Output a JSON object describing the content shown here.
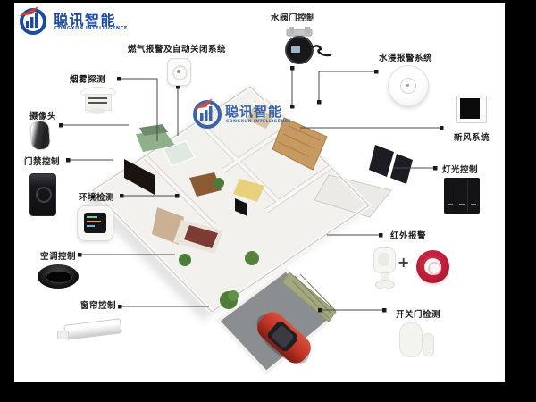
{
  "brand": {
    "logo_cn": "聪讯智能",
    "logo_en": "CONGXUN INTELLIGENCE",
    "blue": "#1b4a9e",
    "red": "#d93a2b"
  },
  "watermark": {
    "logo_cn": "聪讯智能",
    "logo_en": "CONGXUN INTELLIGENCE"
  },
  "labels": {
    "gas": "燃气报警及自动关闭系统",
    "smoke": "烟雾探测",
    "camera": "摄像头",
    "access": "门禁控制",
    "env": "环境检测",
    "ac": "空调控制",
    "curtain": "窗帘控制",
    "valve": "水阀门控制",
    "leak": "水浸报警系统",
    "fresh": "新风系统",
    "light": "灯光控制",
    "ir": "红外报警",
    "ir_plus": "+",
    "door": "开关门检测"
  },
  "devices": {
    "gas": "gas-detector",
    "smoke": "smoke-detector",
    "camera": "security-camera",
    "access": "door-lock-keypad",
    "env": "environment-sensor",
    "ac": "ir-remote-hub",
    "curtain": "curtain-motor",
    "valve": "smart-water-valve",
    "leak": "water-leak-sensor",
    "fresh": "fresh-air-panel",
    "light": "triple-wall-switch",
    "ir": "pir-motion-sensor-and-siren",
    "door": "door-window-contact-sensor"
  },
  "colors": {
    "siren_red": "#b21834",
    "car_red": "#c13427",
    "garage_floor": "#8b8e90",
    "garage_door": "#a3a87e",
    "kitchen_green": "#8fb08a",
    "wood": "#c79a61"
  }
}
